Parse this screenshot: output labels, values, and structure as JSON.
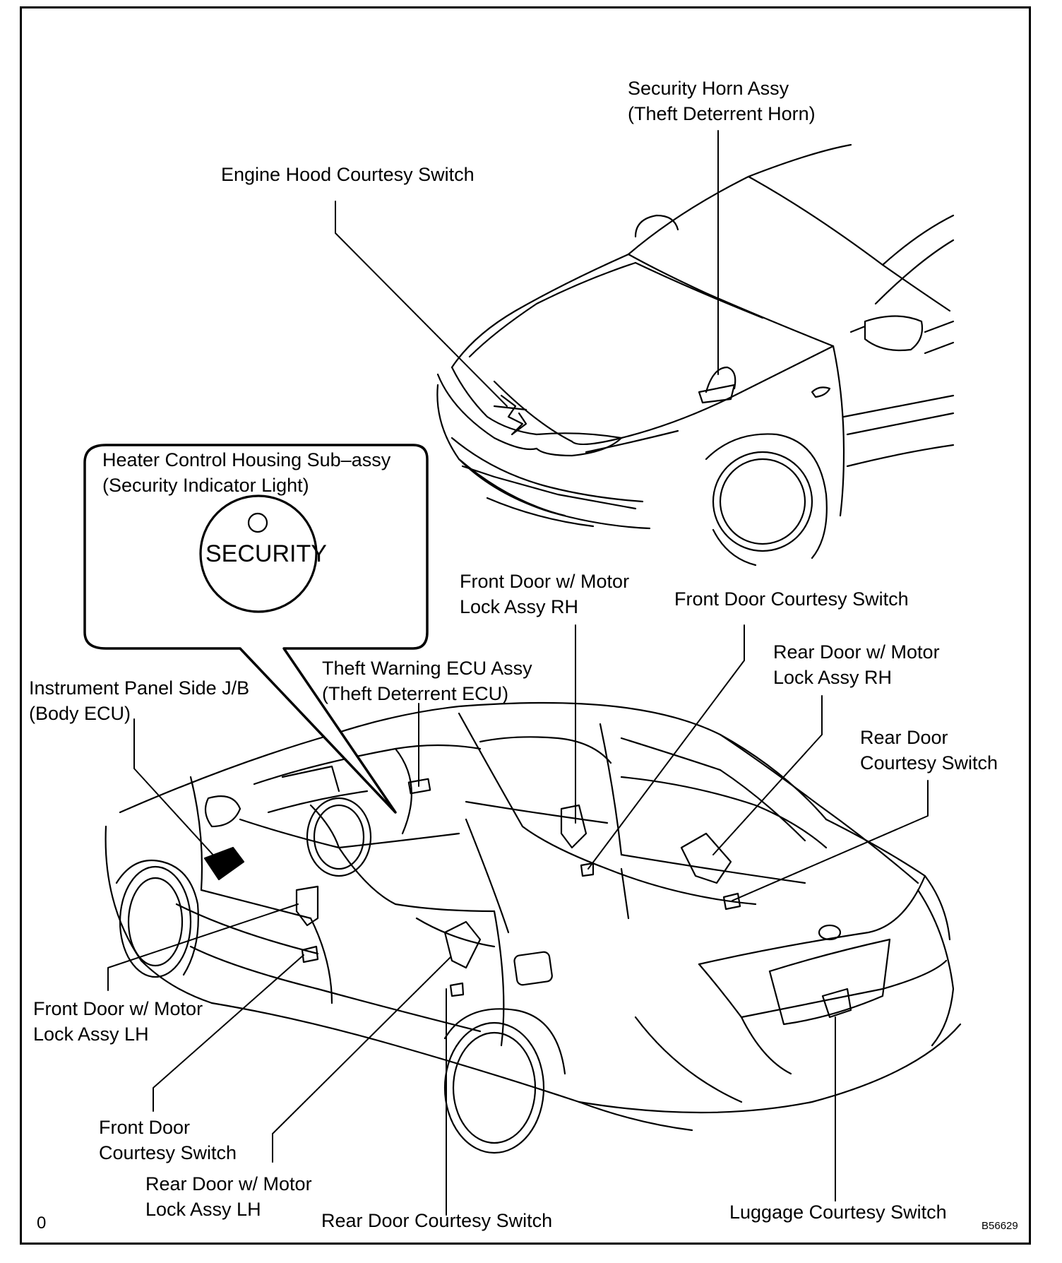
{
  "labels": {
    "security_horn_line1": "Security Horn Assy",
    "security_horn_line2": "(Theft Deterrent Horn)",
    "engine_hood_switch": "Engine Hood Courtesy Switch",
    "heater_control_line1": "Heater Control Housing Sub–assy",
    "heater_control_line2": "(Security Indicator Light)",
    "front_door_lock_rh_line1": "Front Door w/ Motor",
    "front_door_lock_rh_line2": "Lock Assy RH",
    "front_door_courtesy_right": "Front Door Courtesy Switch",
    "theft_warning_ecu_line1": "Theft Warning ECU Assy",
    "theft_warning_ecu_line2": "(Theft Deterrent ECU)",
    "instrument_panel_jb_line1": "Instrument Panel Side J/B",
    "instrument_panel_jb_line2": "(Body ECU)",
    "rear_door_lock_rh_line1": "Rear Door w/ Motor",
    "rear_door_lock_rh_line2": "Lock Assy RH",
    "rear_door_courtesy_right_line1": "Rear Door",
    "rear_door_courtesy_right_line2": "Courtesy Switch",
    "front_door_lock_lh_line1": "Front Door w/ Motor",
    "front_door_lock_lh_line2": "Lock Assy LH",
    "front_door_courtesy_left_line1": "Front Door",
    "front_door_courtesy_left_line2": "Courtesy Switch",
    "rear_door_lock_lh_line1": "Rear Door w/ Motor",
    "rear_door_lock_lh_line2": "Lock Assy LH",
    "rear_door_courtesy_bottom": "Rear Door Courtesy Switch",
    "luggage_courtesy_switch": "Luggage Courtesy Switch"
  },
  "indicator_text": "SECURITY",
  "corner_mark": "0",
  "figure_code": "B56629"
}
